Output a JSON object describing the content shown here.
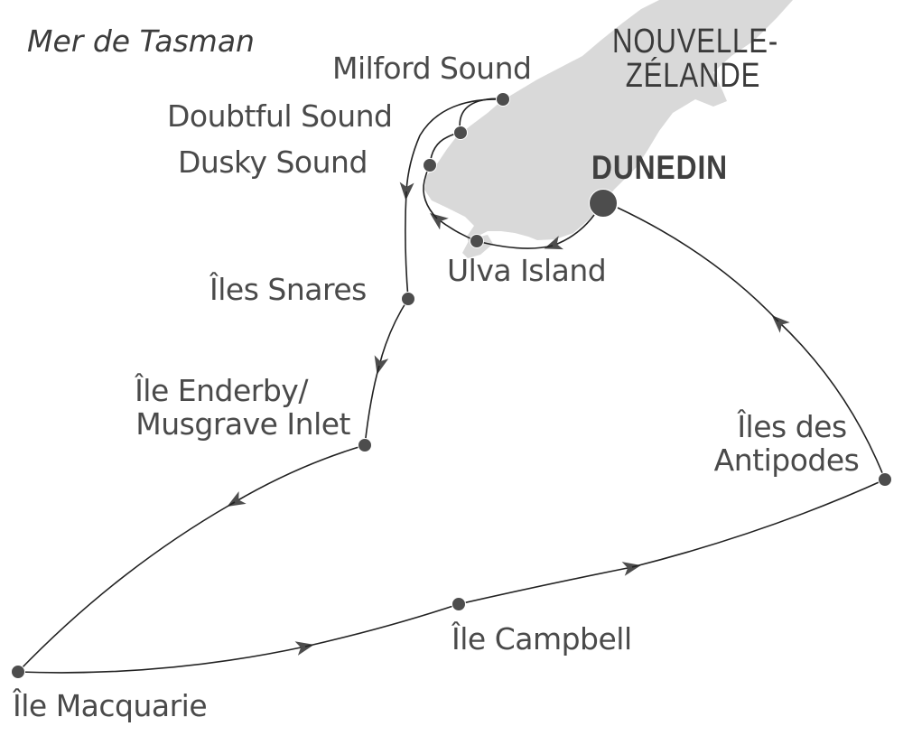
{
  "map": {
    "sea_label": "Mer de Tasman",
    "country_label": {
      "line1": "NOUVELLE-",
      "line2": "ZÉLANDE"
    },
    "colors": {
      "land": "#d9d9d9",
      "route": "#222222",
      "marker": "#4d4d4d",
      "text": "#4a4a4a",
      "background": "#ffffff"
    },
    "start_end_port": "DUNEDIN",
    "stops": [
      {
        "id": "dunedin",
        "label": "DUNEDIN",
        "type": "port"
      },
      {
        "id": "ulva-island",
        "label": "Ulva Island",
        "type": "stop"
      },
      {
        "id": "dusky-sound",
        "label": "Dusky Sound",
        "type": "stop"
      },
      {
        "id": "doubtful-sound",
        "label": "Doubtful Sound",
        "type": "stop"
      },
      {
        "id": "milford-sound",
        "label": "Milford Sound",
        "type": "stop"
      },
      {
        "id": "iles-snares",
        "label": "Îles Snares",
        "type": "stop"
      },
      {
        "id": "ile-enderby",
        "label_line1": "Île Enderby/",
        "label_line2": "Musgrave Inlet",
        "type": "stop"
      },
      {
        "id": "ile-macquarie",
        "label": "Île Macquarie",
        "type": "stop"
      },
      {
        "id": "ile-campbell",
        "label": "Île Campbell",
        "type": "stop"
      },
      {
        "id": "iles-antipodes",
        "label_line1": "Îles des",
        "label_line2": "Antipodes",
        "type": "stop"
      }
    ]
  }
}
